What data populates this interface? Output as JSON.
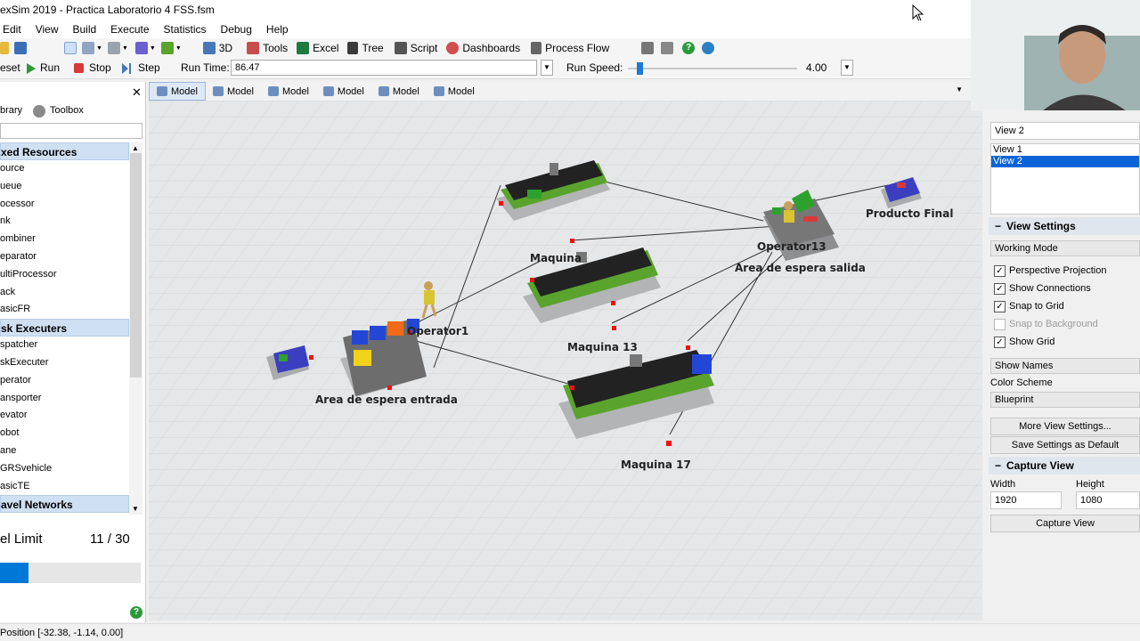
{
  "window": {
    "title": "exSim 2019 - Practica Laboratorio 4 FSS.fsm"
  },
  "menu": [
    "Edit",
    "View",
    "Build",
    "Execute",
    "Statistics",
    "Debug",
    "Help"
  ],
  "toolbar": {
    "threed": "3D",
    "tools": "Tools",
    "excel": "Excel",
    "tree": "Tree",
    "script": "Script",
    "dashboards": "Dashboards",
    "process_flow": "Process Flow"
  },
  "run": {
    "reset": "eset",
    "run": "Run",
    "stop": "Stop",
    "step": "Step",
    "run_time_label": "Run Time:",
    "run_time": "86.47",
    "run_speed_label": "Run Speed:",
    "run_speed": "4.00",
    "speed_slider_position": 0.055
  },
  "library": {
    "tab_library": "brary",
    "tab_toolbox": "Toolbox",
    "groups": [
      {
        "name": "xed Resources",
        "items": [
          "ource",
          "ueue",
          "ocessor",
          "nk",
          "ombiner",
          "eparator",
          "ultiProcessor",
          "ack",
          "asicFR"
        ]
      },
      {
        "name": "sk Executers",
        "items": [
          "spatcher",
          "skExecuter",
          "perator",
          "ansporter",
          "evator",
          "obot",
          "ane",
          "GRSvehicle",
          "asicTE"
        ]
      },
      {
        "name": "avel Networks",
        "items": []
      }
    ],
    "limit_label": "el Limit",
    "limit_value": "11 / 30",
    "limit_fraction": 0.2
  },
  "tabs": [
    "Model",
    "Model",
    "Model",
    "Model",
    "Model",
    "Model"
  ],
  "model_labels": {
    "maquina_top": "Maquina",
    "maquina_13": "Maquina 13",
    "maquina_17": "Maquina 17",
    "operator1": "Operator1",
    "operator13": "Operator13",
    "area_entrada": "Area de espera entrada",
    "area_salida": "Area de espera salida",
    "producto_final": "Producto Final"
  },
  "views": {
    "current": "View 2",
    "list": [
      "View 1",
      "View 2"
    ],
    "selected_index": 1
  },
  "view_settings": {
    "header": "View Settings",
    "working_mode": "Working Mode",
    "checkboxes": [
      {
        "label": "Perspective Projection",
        "checked": true,
        "enabled": true
      },
      {
        "label": "Show Connections",
        "checked": true,
        "enabled": true
      },
      {
        "label": "Snap to Grid",
        "checked": true,
        "enabled": true
      },
      {
        "label": "Snap to Background",
        "checked": false,
        "enabled": false
      },
      {
        "label": "Show Grid",
        "checked": true,
        "enabled": true
      }
    ],
    "show_names": "Show Names",
    "color_scheme_label": "Color Scheme",
    "color_scheme": "Blueprint",
    "more_button": "More View Settings...",
    "save_button": "Save Settings as Default"
  },
  "capture": {
    "header": "Capture View",
    "width_label": "Width",
    "width": "1920",
    "height_label": "Height",
    "height": "1080",
    "button": "Capture View"
  },
  "status": {
    "position": "Position [-32.38, -1.14, 0.00]"
  },
  "colors": {
    "accent": "#0078d7",
    "selection": "#0a64d8",
    "group_bg": "#cfe0f2",
    "conveyor_base": "#5aa32d"
  }
}
